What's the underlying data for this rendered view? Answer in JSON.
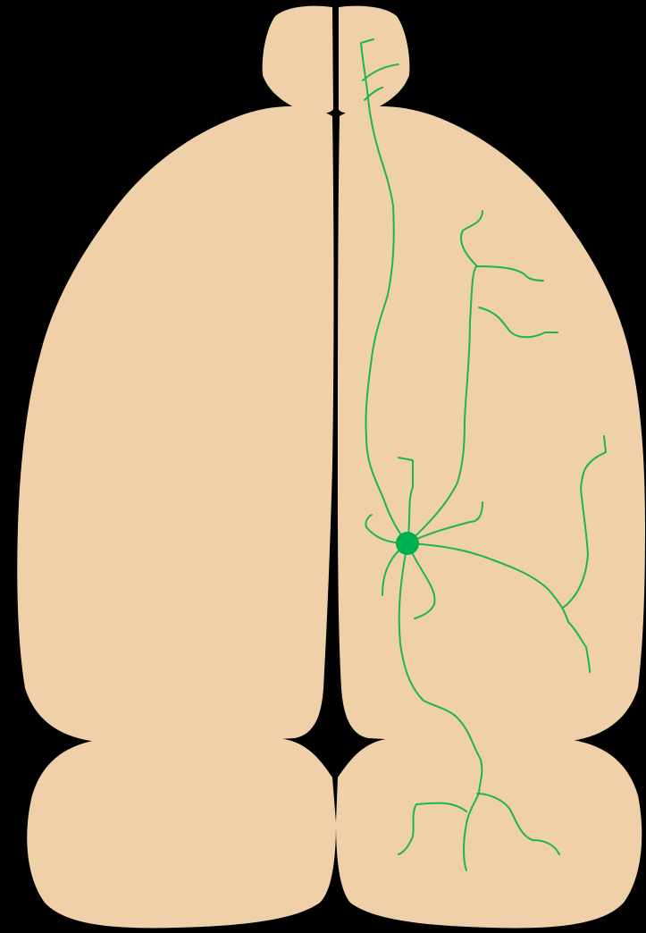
{
  "figure": {
    "description_free": true,
    "colors": {
      "background": "#000000",
      "tissue": "#efd0a8",
      "neuron": "#1db54f",
      "soma": "#00b050"
    },
    "regions": [
      "left-olfactory-bulb",
      "right-olfactory-bulb",
      "left-hemisphere",
      "right-hemisphere",
      "left-cerebellum",
      "right-cerebellum"
    ],
    "neuron": {
      "soma_count": 1,
      "hemisphere": "right"
    }
  }
}
